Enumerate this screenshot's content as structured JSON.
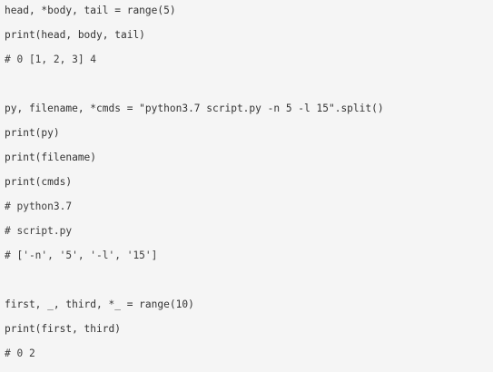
{
  "code": {
    "lines": [
      "head, *body, tail = range(5)",
      "print(head, body, tail)",
      "# 0 [1, 2, 3] 4",
      "",
      "py, filename, *cmds = \"python3.7 script.py -n 5 -l 15\".split()",
      "print(py)",
      "print(filename)",
      "print(cmds)",
      "# python3.7",
      "# script.py",
      "# ['-n', '5', '-l', '15']",
      "",
      "first, _, third, *_ = range(10)",
      "print(first, third)",
      "# 0 2"
    ]
  }
}
